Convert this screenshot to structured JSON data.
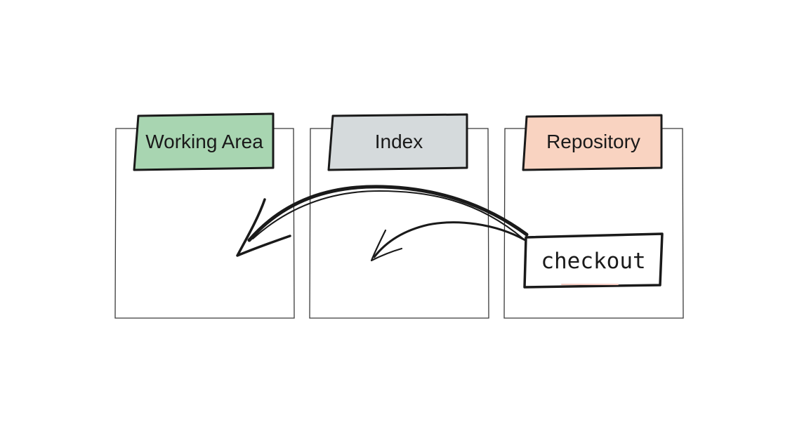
{
  "areas": [
    {
      "label": "Working Area",
      "color": "#a8d5b1"
    },
    {
      "label": "Index",
      "color": "#d5dadc"
    },
    {
      "label": "Repository",
      "color": "#f9d3c1"
    }
  ],
  "command": {
    "label": "checkout",
    "source": "Repository",
    "targets": [
      "Working Area",
      "Index"
    ]
  },
  "colors": {
    "stroke": "#1a1a1a",
    "background": "#ffffff"
  }
}
